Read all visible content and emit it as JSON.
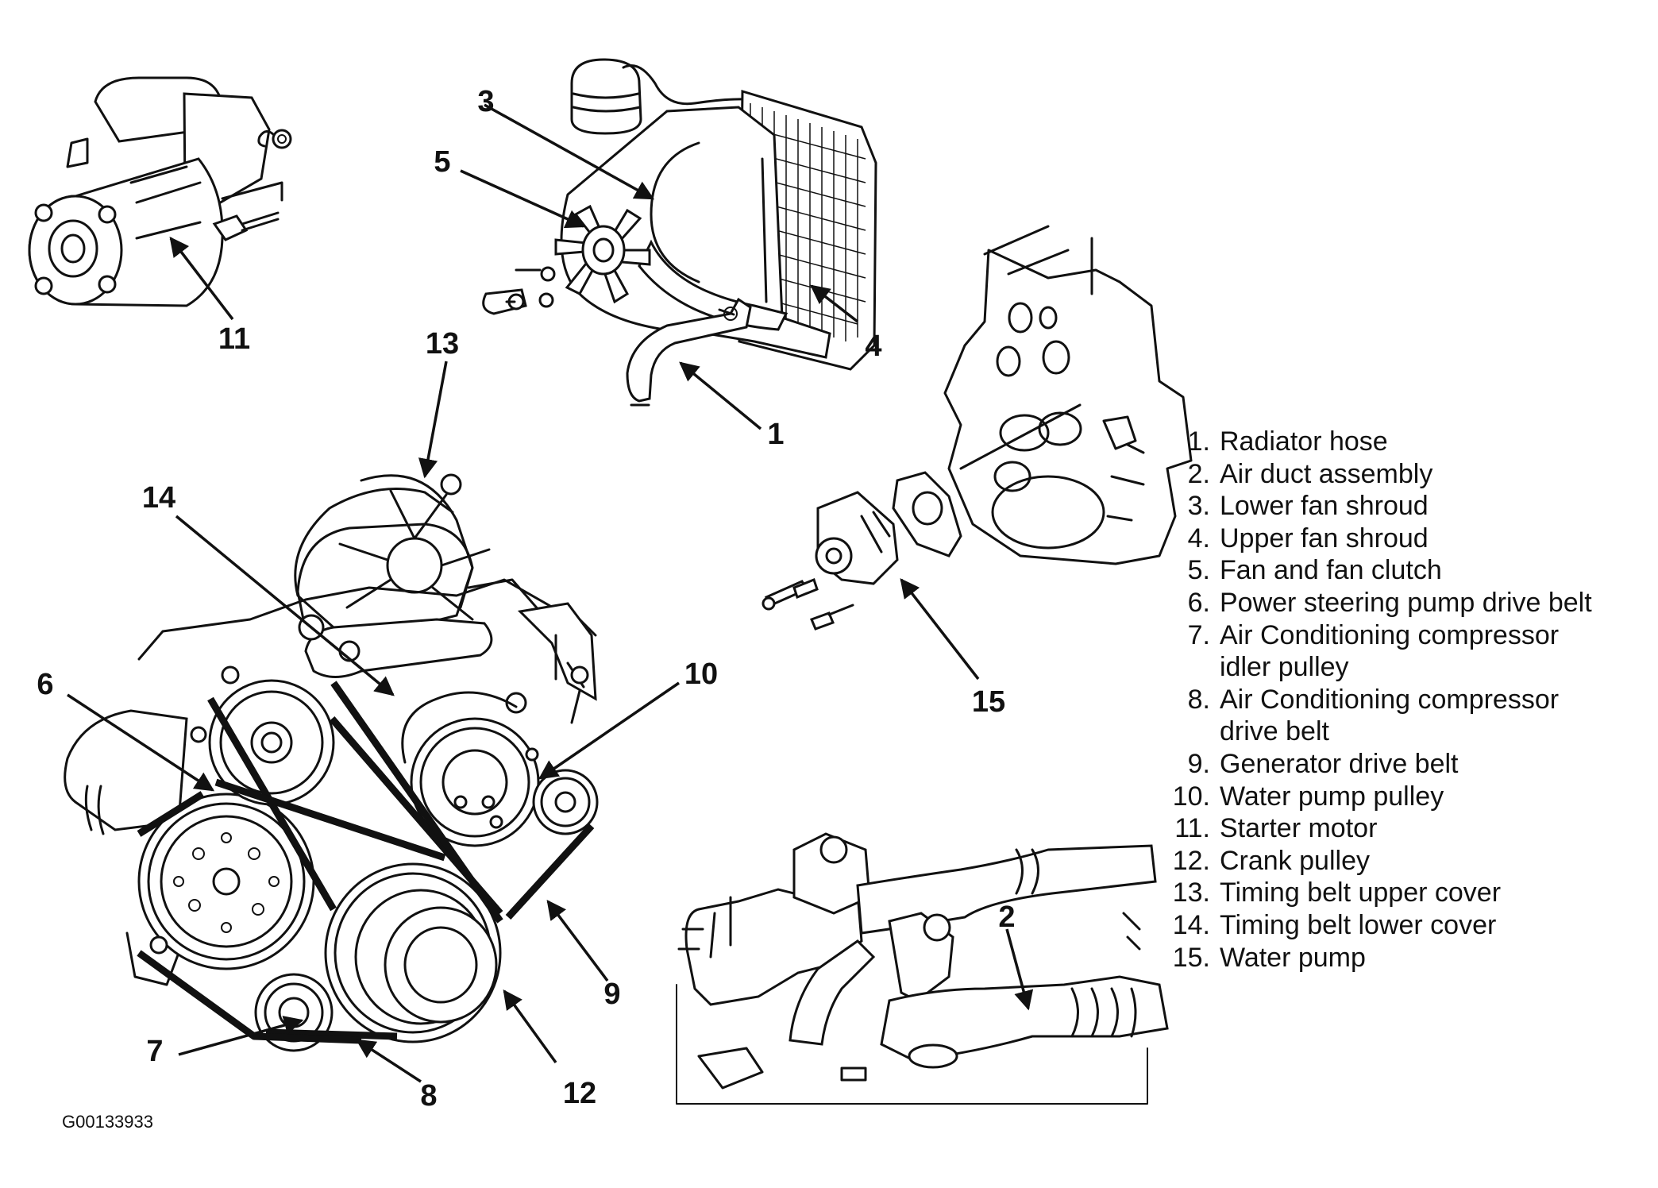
{
  "figure_id": "G00133933",
  "callouts": [
    "1",
    "2",
    "3",
    "4",
    "5",
    "6",
    "7",
    "8",
    "9",
    "10",
    "11",
    "12",
    "13",
    "14",
    "15"
  ],
  "legend": [
    {
      "num": "1.",
      "lines": [
        "Radiator hose"
      ]
    },
    {
      "num": "2.",
      "lines": [
        "Air duct assembly"
      ]
    },
    {
      "num": "3.",
      "lines": [
        "Lower fan shroud"
      ]
    },
    {
      "num": "4.",
      "lines": [
        "Upper fan shroud"
      ]
    },
    {
      "num": "5.",
      "lines": [
        "Fan and fan clutch"
      ]
    },
    {
      "num": "6.",
      "lines": [
        "Power steering pump drive belt"
      ]
    },
    {
      "num": "7.",
      "lines": [
        "Air Conditioning compressor",
        "idler pulley"
      ]
    },
    {
      "num": "8.",
      "lines": [
        "Air Conditioning compressor",
        "drive belt"
      ]
    },
    {
      "num": "9.",
      "lines": [
        "Generator drive belt"
      ]
    },
    {
      "num": "10.",
      "lines": [
        "Water pump pulley"
      ]
    },
    {
      "num": "11.",
      "lines": [
        "Starter motor"
      ]
    },
    {
      "num": "12.",
      "lines": [
        "Crank pulley"
      ]
    },
    {
      "num": "13.",
      "lines": [
        "Timing belt upper cover"
      ]
    },
    {
      "num": "14.",
      "lines": [
        "Timing belt lower cover"
      ]
    },
    {
      "num": "15.",
      "lines": [
        "Water pump"
      ]
    }
  ]
}
